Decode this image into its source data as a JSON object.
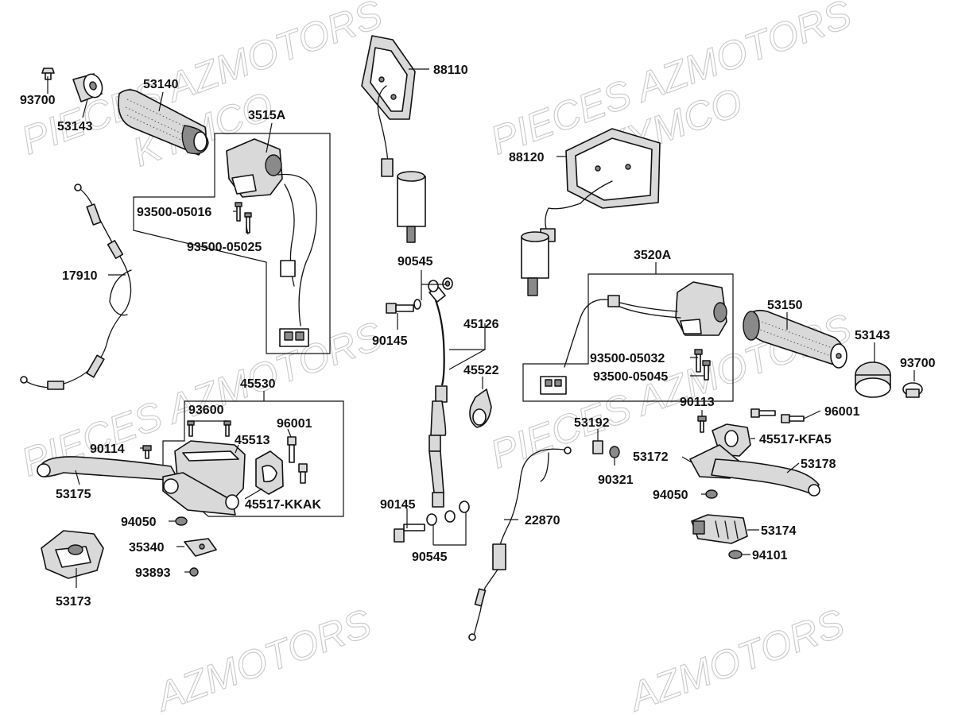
{
  "watermarks": {
    "w1": "PIECES AZMOTORS",
    "w2": "KYMCO",
    "w3": "PIECES AZMOTORS",
    "w4": "KYMCO",
    "w5": "PIECES AZMOTORS",
    "w6": "PIECES AZMOTORS",
    "w7": "AZMOTORS",
    "w8": "AZMOTORS"
  },
  "labels": {
    "p93700_l": "93700",
    "p53143_l": "53143",
    "p53140": "53140",
    "p3515A": "3515A",
    "p93500_05016": "93500-05016",
    "p93500_05025": "93500-05025",
    "p17910": "17910",
    "p88110": "88110",
    "p88120": "88120",
    "p90545_t": "90545",
    "p90145_t": "90145",
    "p45126": "45126",
    "p45522": "45522",
    "p3520A": "3520A",
    "p53150": "53150",
    "p53143_r": "53143",
    "p93700_r": "93700",
    "p93500_05032": "93500-05032",
    "p93500_05045": "93500-05045",
    "p45530": "45530",
    "p93600": "93600",
    "p96001_l": "96001",
    "p90114": "90114",
    "p45513": "45513",
    "p53175": "53175",
    "p45517_KKAK": "45517-KKAK",
    "p94050_l": "94050",
    "p35340": "35340",
    "p93893": "93893",
    "p53173": "53173",
    "p90145_b": "90145",
    "p90545_b": "90545",
    "p22870": "22870",
    "p53192": "53192",
    "p90321": "90321",
    "p90113": "90113",
    "p96001_r": "96001",
    "p45517_KFA5": "45517-KFA5",
    "p53172": "53172",
    "p53178": "53178",
    "p94050_r": "94050",
    "p53174": "53174",
    "p94101": "94101"
  }
}
